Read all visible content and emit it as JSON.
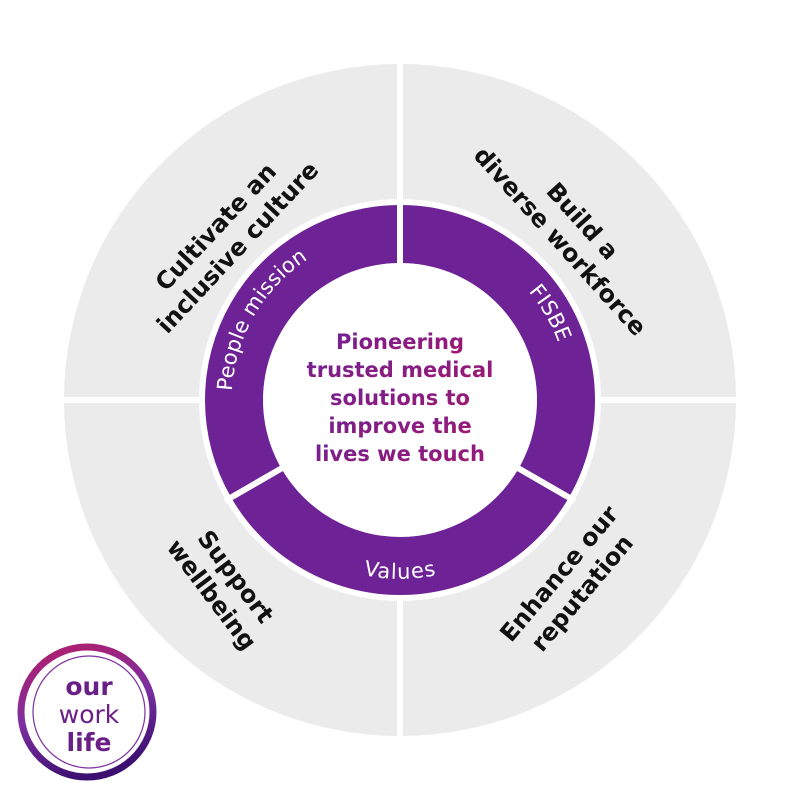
{
  "colors": {
    "outer_gray": "#ebebeb",
    "divider": "#ffffff",
    "ring_purple": "#6d2296",
    "center_bg": "#ffffff",
    "center_text_start": "#6d2296",
    "center_text_end": "#a2186e",
    "outer_text": "#111111",
    "logo_magenta": "#b01f6e",
    "logo_deep_purple": "#3b1070",
    "logo_violet": "#7b2fa0"
  },
  "quadrants": [
    {
      "id": "top-left",
      "lines": [
        "Cultivate an",
        "inclusive culture"
      ]
    },
    {
      "id": "top-right",
      "lines": [
        "Build a",
        "diverse workforce"
      ]
    },
    {
      "id": "bottom-left",
      "lines": [
        "Support",
        "wellbeing"
      ]
    },
    {
      "id": "bottom-right",
      "lines": [
        "Enhance our",
        "reputation"
      ]
    }
  ],
  "ring_segments": [
    {
      "id": "people-mission",
      "label": "People mission"
    },
    {
      "id": "fisbe",
      "label": "FISBE"
    },
    {
      "id": "values",
      "label": "Values"
    }
  ],
  "center": {
    "lines": [
      "Pioneering",
      "trusted medical",
      "solutions to",
      "improve the",
      "lives we touch"
    ]
  },
  "logo": {
    "lines": [
      "our",
      "work",
      "life"
    ]
  }
}
